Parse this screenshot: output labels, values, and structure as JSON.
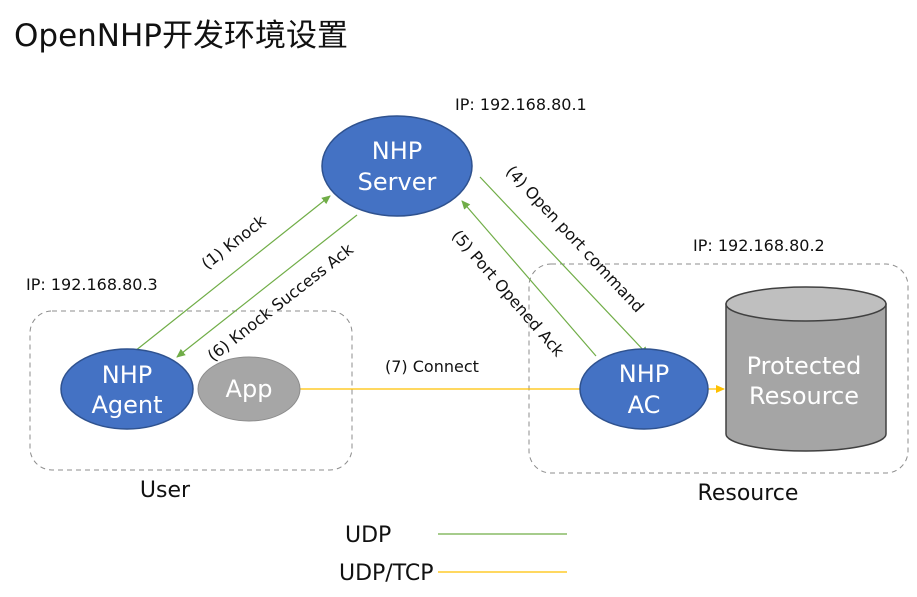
{
  "title": "OpenNHP开发环境设置",
  "colors": {
    "node_blue": "#4472c4",
    "node_blue_border": "#2f528f",
    "app_gray": "#a6a6a6",
    "cylinder_gray": "#a5a5a5",
    "udp_line": "#70ad47",
    "udp_tcp_line": "#ffc000",
    "group_border": "#8c8c8c"
  },
  "nodes": {
    "server": {
      "line1": "NHP",
      "line2": "Server",
      "ip": "IP: 192.168.80.1"
    },
    "agent": {
      "line1": "NHP",
      "line2": "Agent",
      "ip": "IP: 192.168.80.3"
    },
    "app": {
      "label": "App"
    },
    "ac": {
      "line1": "NHP",
      "line2": "AC",
      "ip": "IP: 192.168.80.2"
    },
    "resource": {
      "line1": "Protected",
      "line2": "Resource"
    }
  },
  "groups": {
    "user": "User",
    "resource": "Resource"
  },
  "edges": {
    "knock": "(1) Knock",
    "open_port": "(4) Open port command",
    "port_opened": "(5) Port Opened Ack",
    "knock_success": "(6) Knock Success Ack",
    "connect": "(7) Connect"
  },
  "legend": {
    "udp": "UDP",
    "udp_tcp": "UDP/TCP"
  }
}
